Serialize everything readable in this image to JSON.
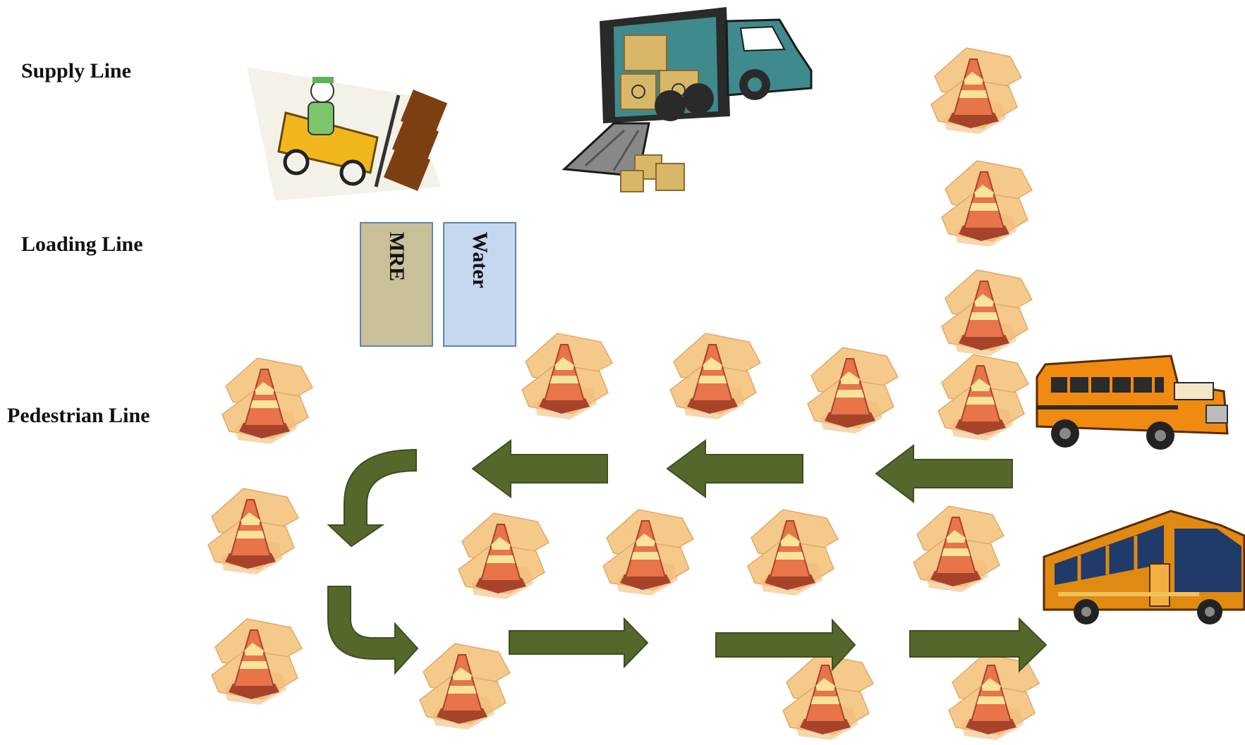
{
  "rows": {
    "supply_label": "Supply Line",
    "loading_label": "Loading Line",
    "pedestrian_label": "Pedestrian Line"
  },
  "bins": {
    "mre_label": "MRE",
    "water_label": "Water"
  },
  "colors": {
    "arrow": "#55672a",
    "arrow_edge": "#3f4f1e",
    "mre_bin": "#c9bf98",
    "water_bin": "#c6d8ef",
    "bin_border": "#5b86b0",
    "cone_orange": "#e8744a",
    "cone_stripe": "#f8e39a",
    "cone_mat": "#f5c98a",
    "truck": "#3f8a8c",
    "box": "#d9b768",
    "forklift": "#f2b61d",
    "school_bus": "#f08a10",
    "city_bus": "#e08a12"
  },
  "icons": [
    "forklift-icon",
    "delivery-truck-icon",
    "traffic-cone-icon",
    "school-bus-icon",
    "city-bus-icon",
    "flow-arrow-icon"
  ]
}
